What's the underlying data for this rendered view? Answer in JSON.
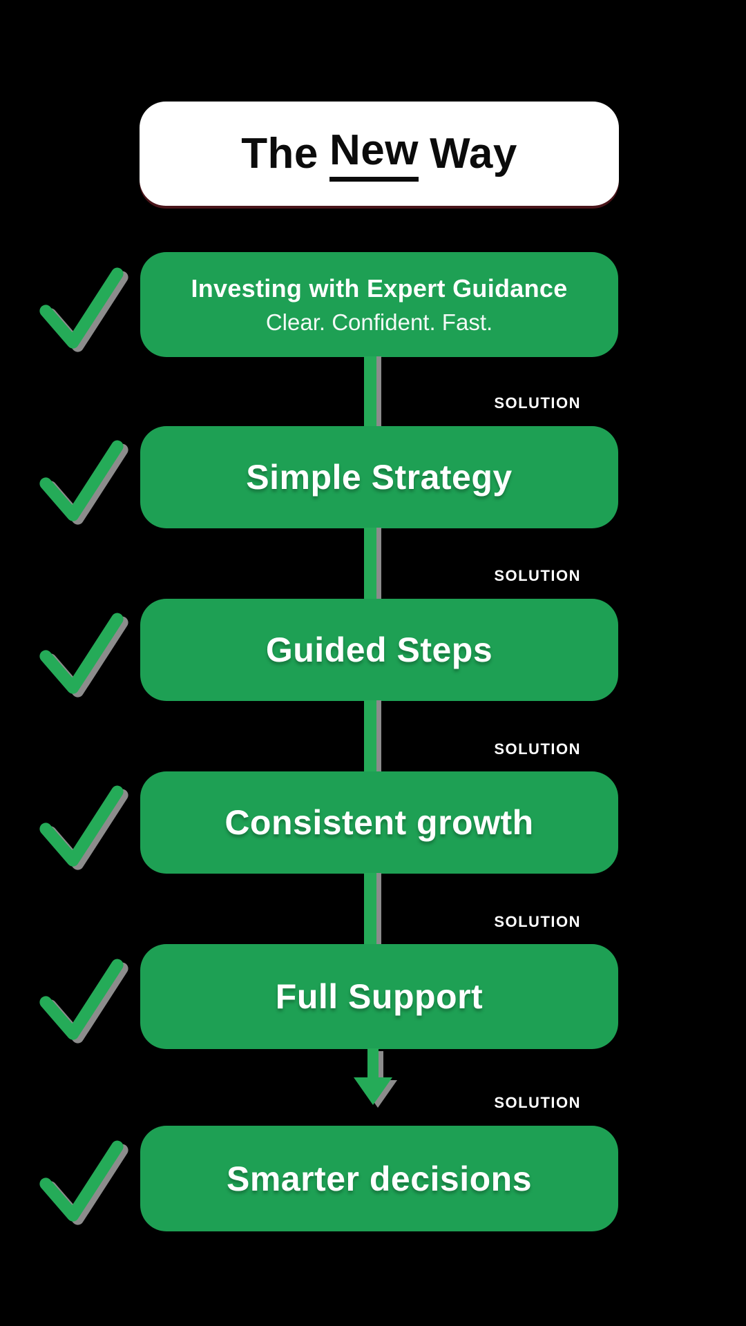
{
  "page": {
    "background": "#000000"
  },
  "header": {
    "title_prefix": "The",
    "title_highlight": "New",
    "title_suffix": "Way"
  },
  "flow": {
    "rows": [
      {
        "title": "Investing with Expert Guidance",
        "subtitle": "Clear. Confident. Fast.",
        "connector_above": "none",
        "solution_label": ""
      },
      {
        "title": "Simple Strategy",
        "connector_above": "bar",
        "solution_label": "SOLUTION"
      },
      {
        "title": "Guided Steps",
        "connector_above": "bar",
        "solution_label": "SOLUTION"
      },
      {
        "title": "Consistent growth",
        "connector_above": "bar",
        "solution_label": "SOLUTION"
      },
      {
        "title": "Full Support",
        "connector_above": "bar",
        "solution_label": "SOLUTION"
      },
      {
        "title": "Smarter decisions",
        "connector_above": "arrow",
        "solution_label": "SOLUTION"
      }
    ]
  },
  "icons": {
    "checkmark": "checkmark-icon",
    "arrow_down": "arrow-down-icon"
  },
  "colors": {
    "background": "#000000",
    "box-green": "#1EA054",
    "accent-green": "#25AB58",
    "shadow-gray": "#8C8C8C",
    "title-bg": "#FFFFFF",
    "title-text": "#0B0B0B",
    "title-shadow-red": "#4A151A",
    "label-white": "#FFFFFF"
  }
}
